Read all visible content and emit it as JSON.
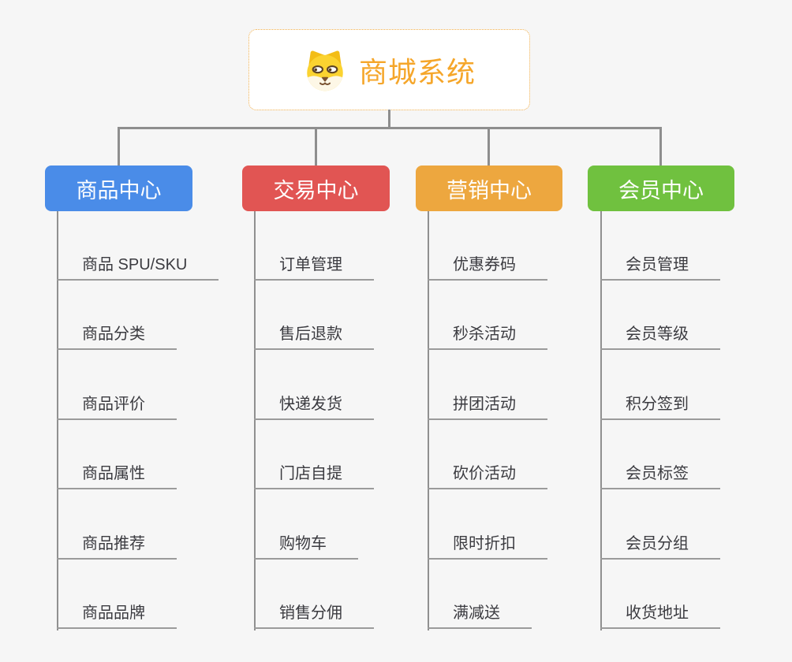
{
  "root": {
    "title": "商城系统",
    "icon": "dog-face-icon",
    "title_color": "#f5a62a",
    "border_color": "#f0ae4a"
  },
  "connector_color": "#8e8e8e",
  "branches": [
    {
      "label": "商品中心",
      "color": "#4a8ce8",
      "items": [
        "商品 SPU/SKU",
        "商品分类",
        "商品评价",
        "商品属性",
        "商品推荐",
        "商品品牌"
      ]
    },
    {
      "label": "交易中心",
      "color": "#e15553",
      "items": [
        "订单管理",
        "售后退款",
        "快递发货",
        "门店自提",
        "购物车",
        "销售分佣"
      ]
    },
    {
      "label": "营销中心",
      "color": "#eda73f",
      "items": [
        "优惠券码",
        "秒杀活动",
        "拼团活动",
        "砍价活动",
        "限时折扣",
        "满减送"
      ]
    },
    {
      "label": "会员中心",
      "color": "#70c13f",
      "items": [
        "会员管理",
        "会员等级",
        "积分签到",
        "会员标签",
        "会员分组",
        "收货地址"
      ]
    }
  ]
}
